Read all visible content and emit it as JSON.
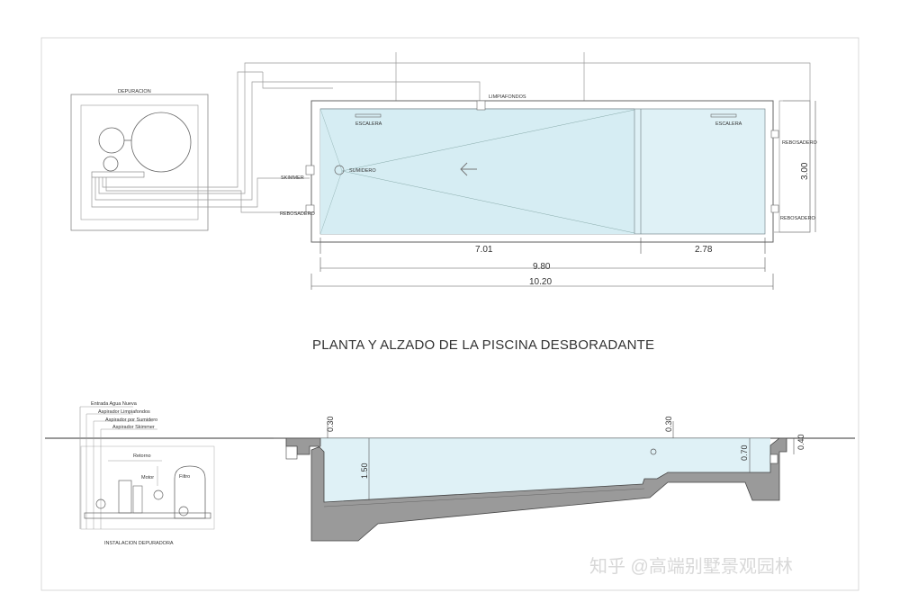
{
  "title": "PLANTA Y ALZADO DE LA PISCINA DESBORADANTE",
  "plan_labels": {
    "depuracion": "DEPURACION",
    "limpiafondos": "LIMPIAFONDOS",
    "escalera_left": "ESCALERA",
    "escalera_right": "ESCALERA",
    "sumidero": "SUMIDERO",
    "skimmer": "SKIMMER",
    "rebosadero_left": "REBOSADERO",
    "rebosadero_right_top": "REBOSADERO",
    "rebosadero_right_bottom": "REBOSADERO"
  },
  "plan_dimensions": {
    "d701": "7.01",
    "d278": "2.78",
    "d980": "9.80",
    "d1020": "10.20",
    "d300": "3.00"
  },
  "section_labels": {
    "entrada": "Entrada Agua Nueva",
    "aspirador_limpiafondos": "Aspirador Limpiafondos",
    "aspirador_sumidero": "Aspirador por Sumidero",
    "aspirador_skimmer": "Aspirador Skimmer",
    "retorno": "Retorno",
    "motor": "Motor",
    "filtro": "Filtro",
    "instalacion": "INSTALACION DEPURADORA"
  },
  "section_dimensions": {
    "d030_left": "0.30",
    "d150": "1.50",
    "d030_right": "0.30",
    "d070": "0.70",
    "d040": "0.40"
  },
  "watermark": "知乎 @高端别墅景观园林",
  "colors": {
    "water": "#dff1f6",
    "concrete": "#9a9a9a",
    "line": "#555555"
  }
}
